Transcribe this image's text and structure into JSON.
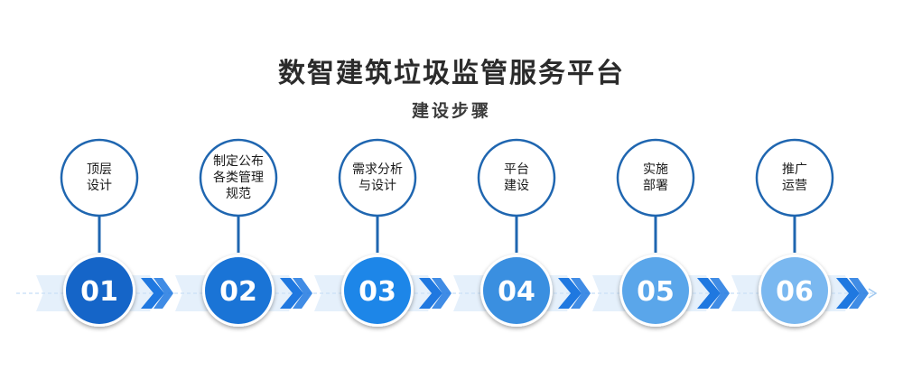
{
  "title": "数智建筑垃圾监管服务平台",
  "subtitle": "建设步骤",
  "steps": [
    {
      "number": "01",
      "label_lines": [
        "顶层",
        "设计"
      ],
      "color": "#1565c8"
    },
    {
      "number": "02",
      "label_lines": [
        "制定公布",
        "各类管理",
        "规范"
      ],
      "color": "#1a74d6"
    },
    {
      "number": "03",
      "label_lines": [
        "需求分析",
        "与设计"
      ],
      "color": "#1d86e8"
    },
    {
      "number": "04",
      "label_lines": [
        "平台",
        "建设"
      ],
      "color": "#3a8fe0"
    },
    {
      "number": "05",
      "label_lines": [
        "实施",
        "部署"
      ],
      "color": "#5aa6ea"
    },
    {
      "number": "06",
      "label_lines": [
        "推广",
        "运营"
      ],
      "color": "#7ab8f0"
    }
  ],
  "colors": {
    "ring": "#1f66b0",
    "connector": "#1f66b0",
    "arrow_light": "#cfe3f8",
    "arrow_dark": "#1f78e0"
  }
}
